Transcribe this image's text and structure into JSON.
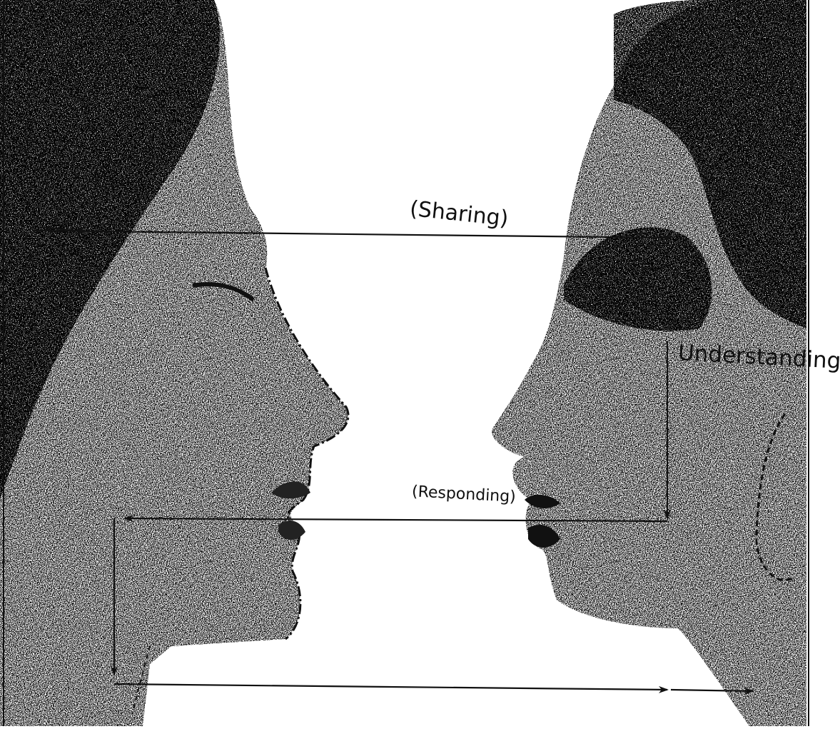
{
  "labels": {
    "sharing": "(Sharing)",
    "understanding": "Understanding",
    "responding": "(Responding)"
  },
  "colors": {
    "ink": "#111111",
    "paper": "#ffffff",
    "shade": "#2a2a2a"
  }
}
